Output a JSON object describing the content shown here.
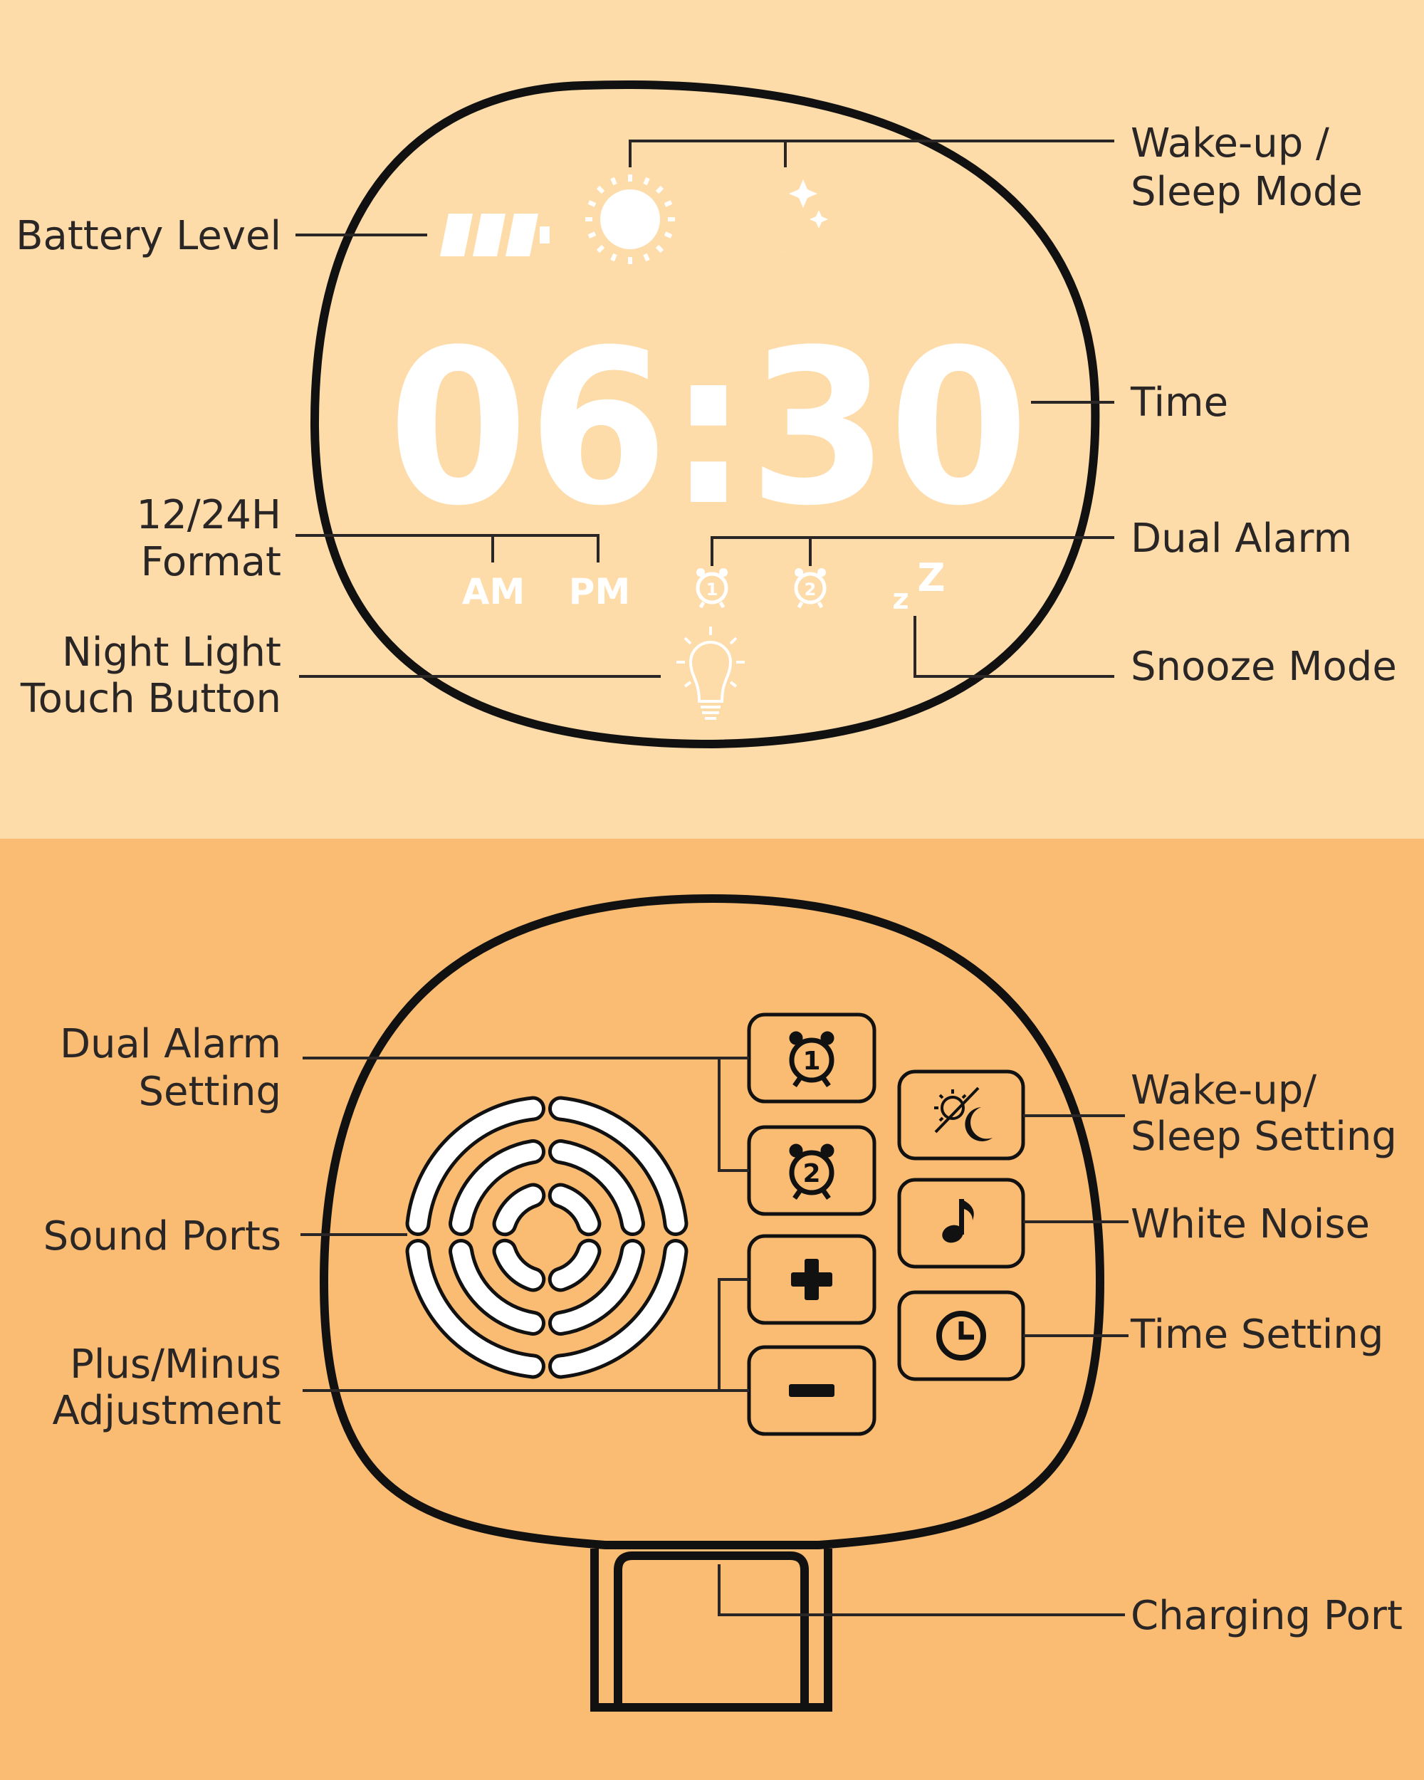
{
  "colors": {
    "top_bg": "#fddcaa",
    "bottom_bg": "#f9bc72",
    "screen": "#e3e3e3",
    "body": "#ffffff",
    "outline": "#111111",
    "label_text": "#2a2626"
  },
  "display": {
    "time": "06:30",
    "am": "AM",
    "pm": "PM",
    "snooze_small": "z",
    "snooze_big": "Z",
    "alarm_1": "1",
    "alarm_2": "2"
  },
  "labels_display": {
    "battery_level": "Battery Level",
    "wake_sleep_mode": [
      "Wake-up /",
      "Sleep Mode"
    ],
    "time": "Time",
    "format_12_24": [
      "12/24H",
      "Format"
    ],
    "dual_alarm": "Dual Alarm",
    "night_light": [
      "Night Light",
      "Touch Button"
    ],
    "snooze_mode": "Snooze Mode"
  },
  "labels_back": {
    "dual_alarm_setting": [
      "Dual Alarm",
      "Setting"
    ],
    "sound_ports": "Sound Ports",
    "plus_minus": [
      "Plus/Minus",
      "Adjustment"
    ],
    "wake_sleep_setting": [
      "Wake-up/",
      "Sleep Setting"
    ],
    "white_noise": "White Noise",
    "time_setting": "Time Setting",
    "charging_port": "Charging Port"
  },
  "buttons": {
    "alarm_1": "1",
    "alarm_2": "2"
  },
  "icons": [
    "battery-icon",
    "sun-icon",
    "moon-icon",
    "alarm-clock-icon",
    "lightbulb-icon",
    "sun-moon-icon",
    "music-note-icon",
    "clock-icon",
    "plus-icon",
    "minus-icon",
    "speaker-grille-icon",
    "usb-port-icon"
  ]
}
